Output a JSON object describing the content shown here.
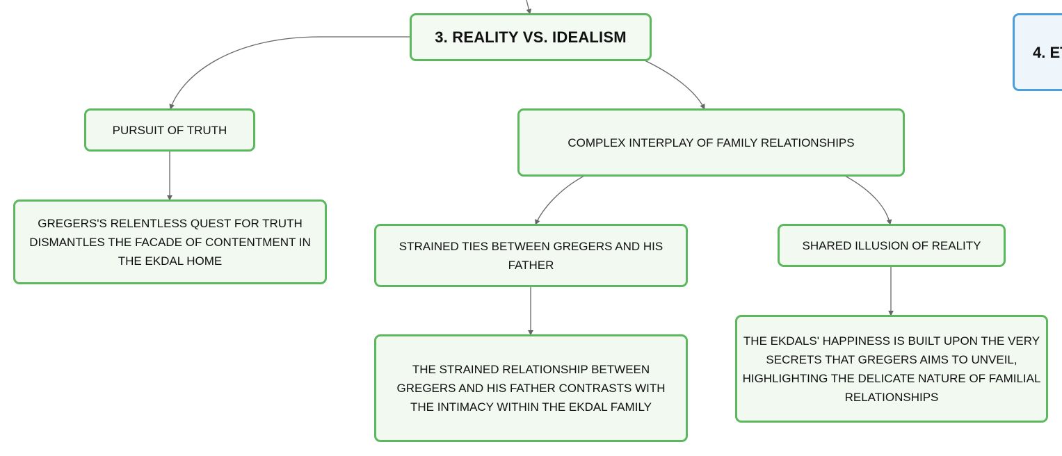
{
  "diagram": {
    "colors": {
      "green_border": "#5cb85c",
      "green_fill": "#f1f9f1",
      "blue_border": "#4a9fdc",
      "blue_fill": "#eef6fc",
      "connector": "#666666"
    },
    "nodes": {
      "reality_vs_idealism": "3. REALITY VS. IDEALISM",
      "ethics_partial": "4. ET",
      "pursuit_of_truth": "PURSUIT OF TRUTH",
      "gregers_quest": "GREGERS'S RELENTLESS QUEST FOR TRUTH DISMANTLES THE FACADE OF CONTENTMENT IN THE EKDAL HOME",
      "family_relationships": "COMPLEX INTERPLAY OF FAMILY RELATIONSHIPS",
      "strained_ties": "STRAINED TIES BETWEEN GREGERS AND HIS FATHER",
      "strained_detail": "THE STRAINED RELATIONSHIP BETWEEN GREGERS AND HIS FATHER CONTRASTS WITH THE INTIMACY WITHIN THE EKDAL FAMILY",
      "shared_illusion": "SHARED ILLUSION OF REALITY",
      "ekdals_happiness": "THE EKDALS' HAPPINESS IS BUILT UPON THE VERY SECRETS THAT GREGERS AIMS TO UNVEIL, HIGHLIGHTING THE DELICATE NATURE OF FAMILIAL RELATIONSHIPS"
    }
  }
}
